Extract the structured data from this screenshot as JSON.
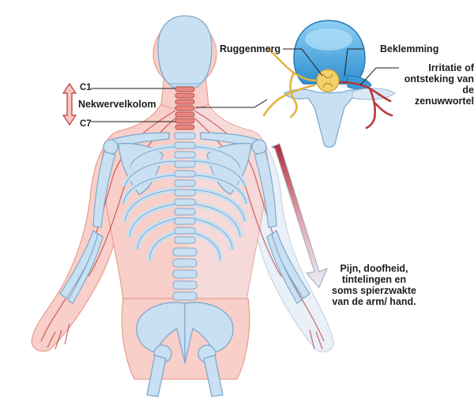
{
  "labels": {
    "c1": "C1",
    "c7": "C7",
    "cervical_spine": "Nekwervelkolom",
    "spinal_cord": "Ruggenmerg",
    "impingement": "Beklemming",
    "irritation": "Irritatie of\nontsteking van\nde zenuwwortel",
    "symptoms": "Pijn, doofheid,\ntintelingen en\nsoms spierzwakte\nvan de arm/ hand."
  },
  "colors": {
    "skin": "#f8cfc9",
    "skin_outline": "#e99c92",
    "bone": "#c9e0f2",
    "bone_outline": "#7fa9cc",
    "bone_shadow": "#a8c8e4",
    "cervical": "#e8867e",
    "nerve_red": "#c2373a",
    "nerve_yellow": "#f2d06b",
    "disc_blue": "#4aa7e0",
    "arrow": "#c9616a",
    "text": "#1d1d1f"
  }
}
